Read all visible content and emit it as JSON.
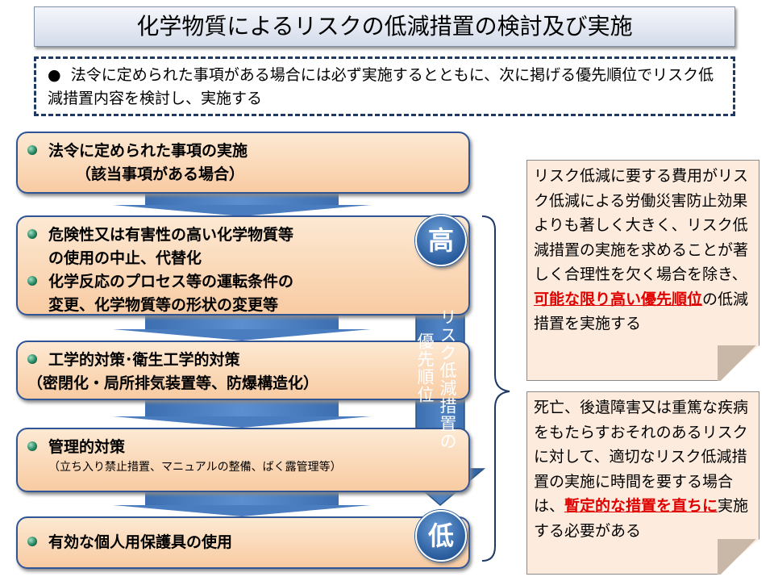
{
  "title": "化学物質によるリスクの低減措置の検討及び実施",
  "intro": {
    "bullet": "●",
    "text": "法令に定められた事項がある場合には必ず実施するとともに、次に掲げる優先順位でリスク低減措置内容を検討し、実施する"
  },
  "steps": [
    {
      "lines": [
        "法令に定められた事項の実施",
        "（該当事項がある場合）"
      ]
    },
    {
      "lines": [
        "危険性又は有害性の高い化学物質等",
        "の使用の中止、代替化",
        "化学反応のプロセス等の運転条件の",
        "変更、化学物質等の形状の変更等"
      ]
    },
    {
      "lines": [
        "工学的対策･衛生工学的対策",
        "（密閉化・局所排気装置等、防爆構造化）"
      ]
    },
    {
      "lines": [
        "管理的対策",
        "（立ち入り禁止措置、マニュアルの整備、ばく露管理等）"
      ]
    },
    {
      "lines": [
        "有効な個人用保護具の使用"
      ]
    }
  ],
  "priority": {
    "high": "高",
    "low": "低",
    "arrow_line1": "リスク低減措置の",
    "arrow_line2": "優先順位"
  },
  "notes": [
    {
      "pre": "リスク低減に要する費用がリスク低減による労働災害防止効果よりも著しく大きく、リスク低減措置の実施を求めることが著しく合理性を欠く場合を除き、",
      "emph": "可能な限り高い優先順位",
      "post": "の低減措置を実施する"
    },
    {
      "pre": "死亡、後遺障害又は重篤な疾病をもたらすおそれのあるリスクに対して、適切なリスク低減措置の実施に時間を要する場合は、",
      "emph": "暫定的な措置を直ちに",
      "post": "実施する必要がある"
    }
  ]
}
